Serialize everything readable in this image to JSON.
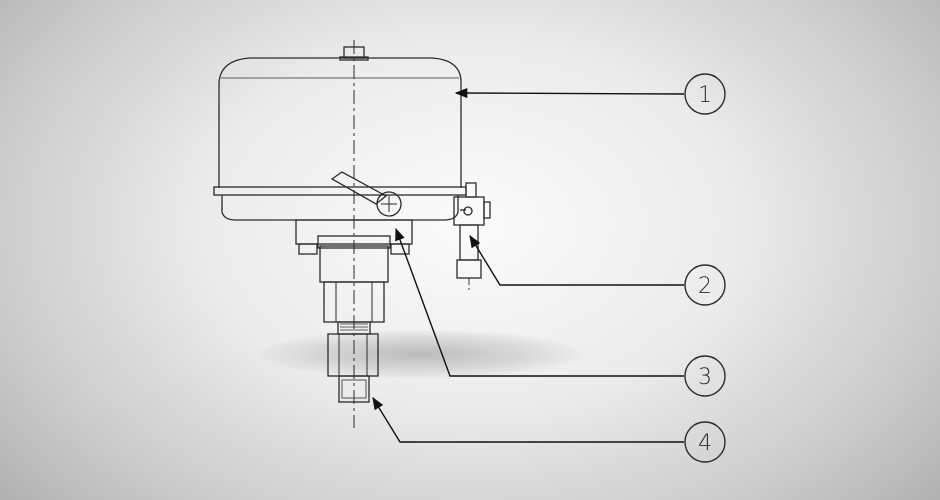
{
  "callouts": [
    {
      "label": "1"
    },
    {
      "label": "2"
    },
    {
      "label": "3"
    },
    {
      "label": "4"
    }
  ],
  "colors": {
    "stroke": "#2b2b2b",
    "arrow": "#111111"
  }
}
